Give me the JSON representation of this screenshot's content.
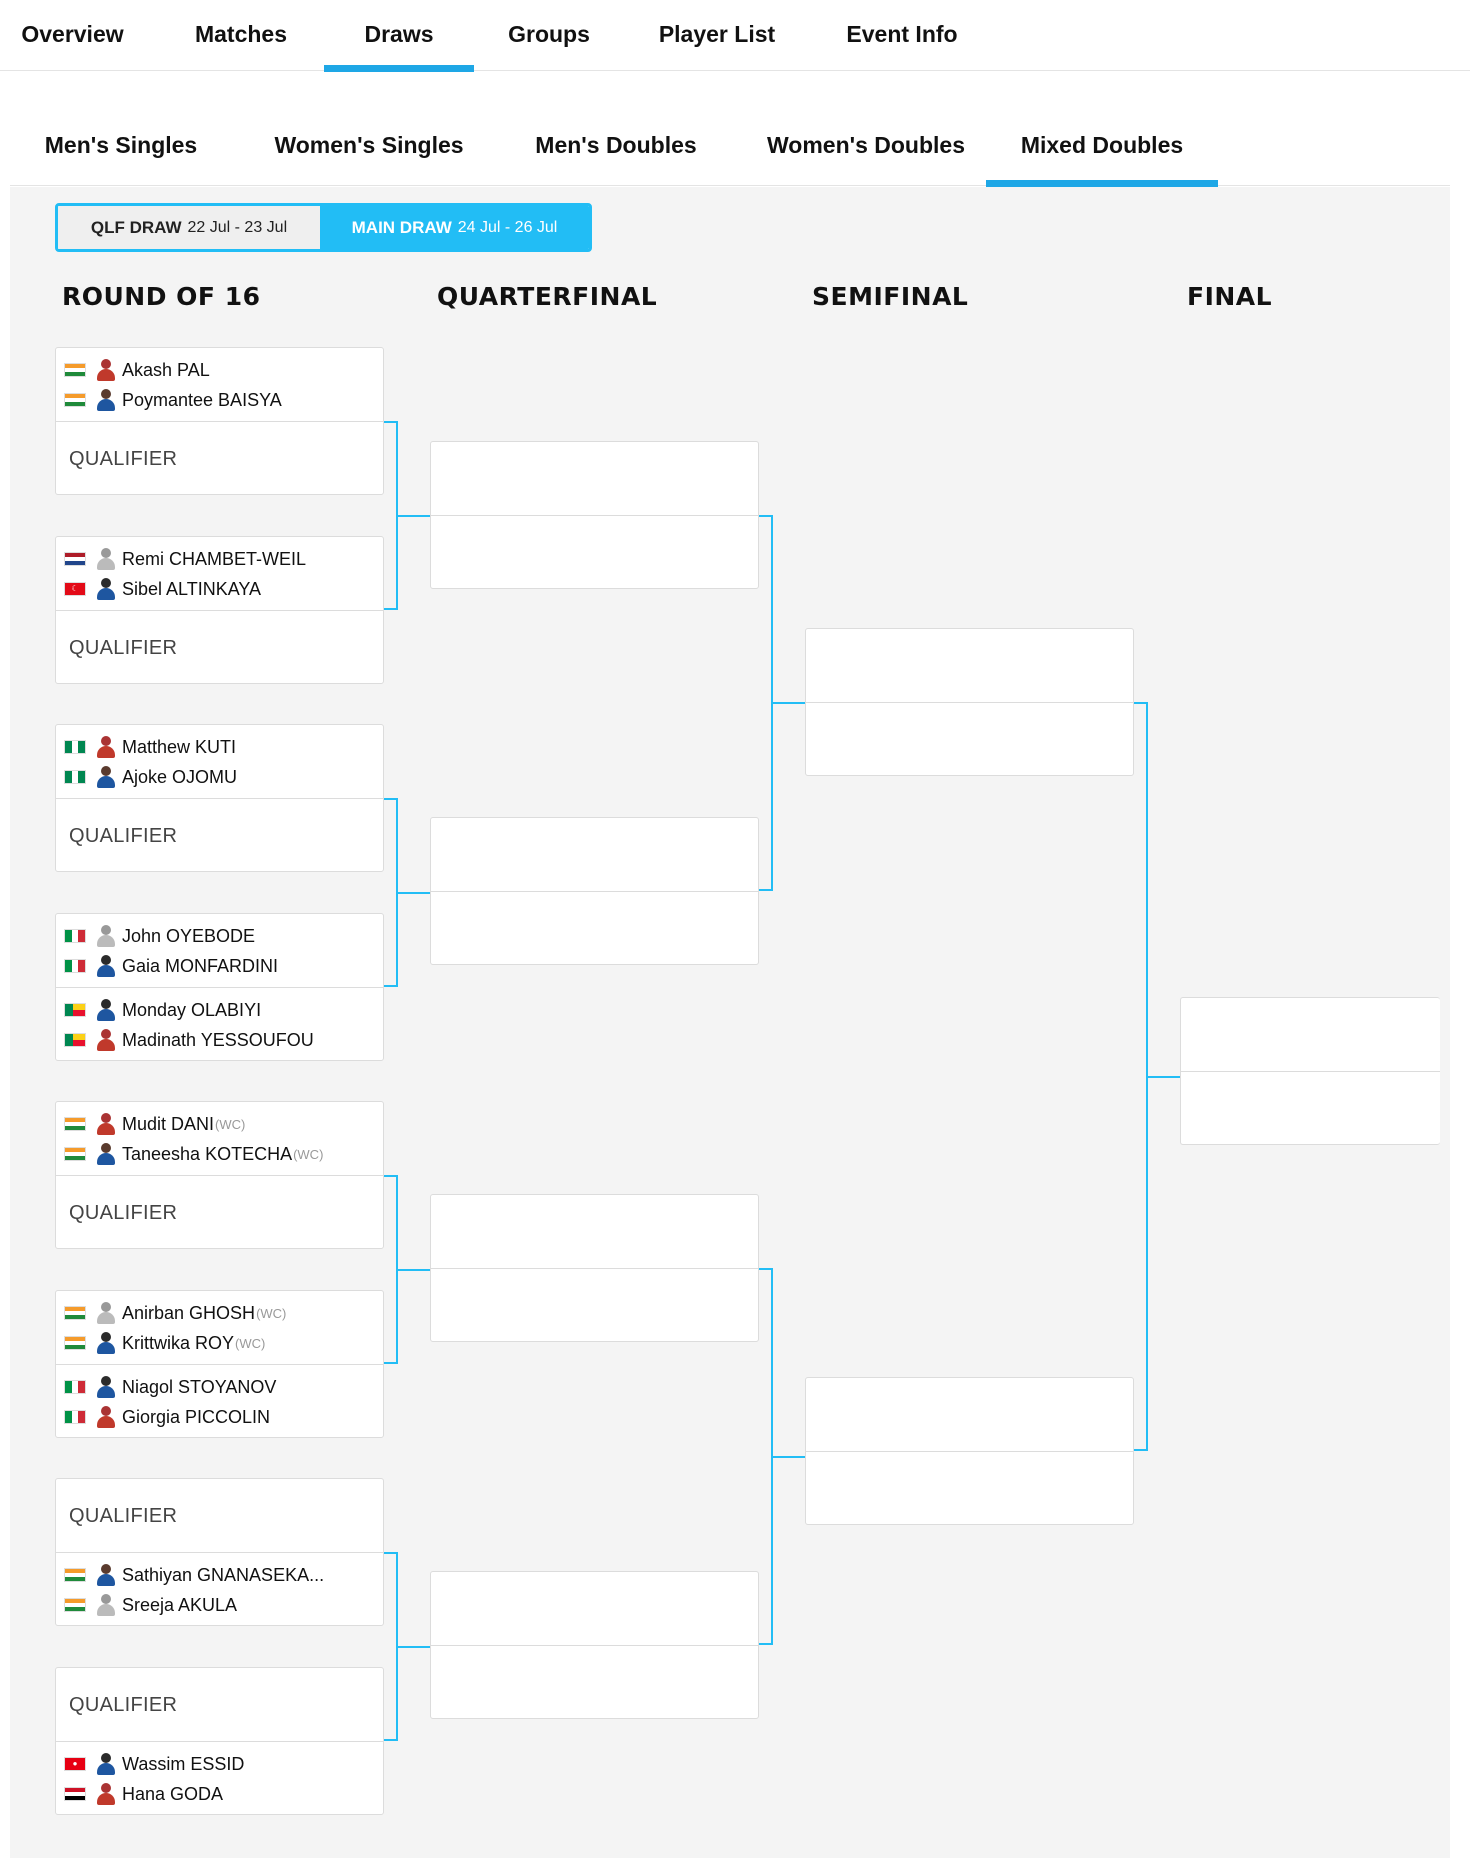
{
  "top_tabs": [
    {
      "label": "Overview"
    },
    {
      "label": "Matches"
    },
    {
      "label": "Draws"
    },
    {
      "label": "Groups"
    },
    {
      "label": "Player List"
    },
    {
      "label": "Event Info"
    }
  ],
  "active_top_tab": "Draws",
  "sub_tabs": [
    {
      "label": "Men's Singles"
    },
    {
      "label": "Women's Singles"
    },
    {
      "label": "Men's Doubles"
    },
    {
      "label": "Women's Doubles"
    },
    {
      "label": "Mixed Doubles"
    }
  ],
  "active_sub_tab": "Mixed Doubles",
  "draw_toggle": {
    "qlf_label": "QLF DRAW",
    "qlf_dates": "22 Jul - 23 Jul",
    "main_label": "MAIN DRAW",
    "main_dates": "24 Jul - 26 Jul"
  },
  "rounds": [
    "ROUND OF 16",
    "QUARTERFINAL",
    "SEMIFINAL",
    "FINAL"
  ],
  "qualifier_label": "QUALIFIER",
  "round_of_16": [
    {
      "top": {
        "p1": {
          "name": "Akash PAL",
          "flag": "IND"
        },
        "p2": {
          "name": "Poymantee BAISYA",
          "flag": "IND"
        }
      },
      "bottom": "QUALIFIER"
    },
    {
      "top": {
        "p1": {
          "name": "Remi CHAMBET-WEIL",
          "flag": "NED"
        },
        "p2": {
          "name": "Sibel ALTINKAYA",
          "flag": "TUR"
        }
      },
      "bottom": "QUALIFIER"
    },
    {
      "top": {
        "p1": {
          "name": "Matthew KUTI",
          "flag": "NGR"
        },
        "p2": {
          "name": "Ajoke OJOMU",
          "flag": "NGR"
        }
      },
      "bottom": "QUALIFIER"
    },
    {
      "top": {
        "p1": {
          "name": "John OYEBODE",
          "flag": "ITA"
        },
        "p2": {
          "name": "Gaia MONFARDINI",
          "flag": "ITA"
        }
      },
      "bottom": {
        "p1": {
          "name": "Monday OLABIYI",
          "flag": "BEN"
        },
        "p2": {
          "name": "Madinath YESSOUFOU",
          "flag": "BEN"
        }
      }
    },
    {
      "top": {
        "p1": {
          "name": "Mudit DANI",
          "flag": "IND",
          "wc": "(WC)"
        },
        "p2": {
          "name": "Taneesha KOTECHA",
          "flag": "IND",
          "wc": "(WC)"
        }
      },
      "bottom": "QUALIFIER"
    },
    {
      "top": {
        "p1": {
          "name": "Anirban GHOSH",
          "flag": "IND",
          "wc": "(WC)"
        },
        "p2": {
          "name": "Krittwika ROY",
          "flag": "IND",
          "wc": "(WC)"
        }
      },
      "bottom": {
        "p1": {
          "name": "Niagol STOYANOV",
          "flag": "ITA"
        },
        "p2": {
          "name": "Giorgia PICCOLIN",
          "flag": "ITA"
        }
      }
    },
    {
      "top": "QUALIFIER",
      "bottom": {
        "p1": {
          "name": "Sathiyan GNANASEKA...",
          "flag": "IND"
        },
        "p2": {
          "name": "Sreeja AKULA",
          "flag": "IND"
        }
      }
    },
    {
      "top": "QUALIFIER",
      "bottom": {
        "p1": {
          "name": "Wassim ESSID",
          "flag": "TUN"
        },
        "p2": {
          "name": "Hana GODA",
          "flag": "EGY"
        }
      }
    }
  ],
  "colors": {
    "accent": "#22bdf5",
    "underline": "#1ea7e6",
    "background": "#f4f4f4"
  }
}
